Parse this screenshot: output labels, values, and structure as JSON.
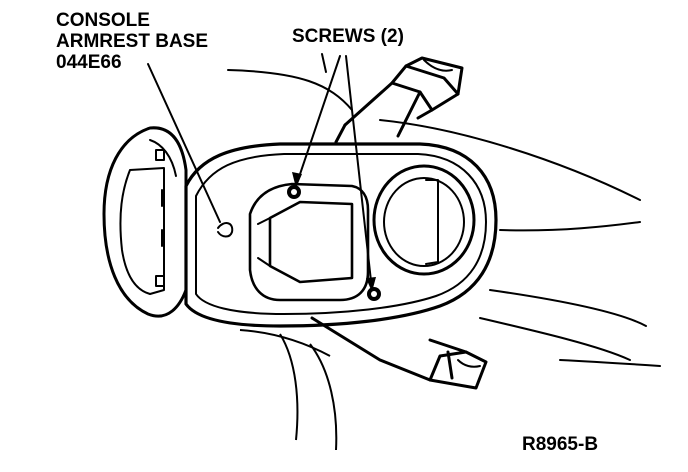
{
  "labels": {
    "console_line1": "CONSOLE",
    "console_line2": "ARMREST BASE",
    "console_line3": "044E66",
    "screws": "SCREWS (2)",
    "figure_code": "R8965-B"
  },
  "colors": {
    "ink": "#000000",
    "paper": "#ffffff"
  }
}
